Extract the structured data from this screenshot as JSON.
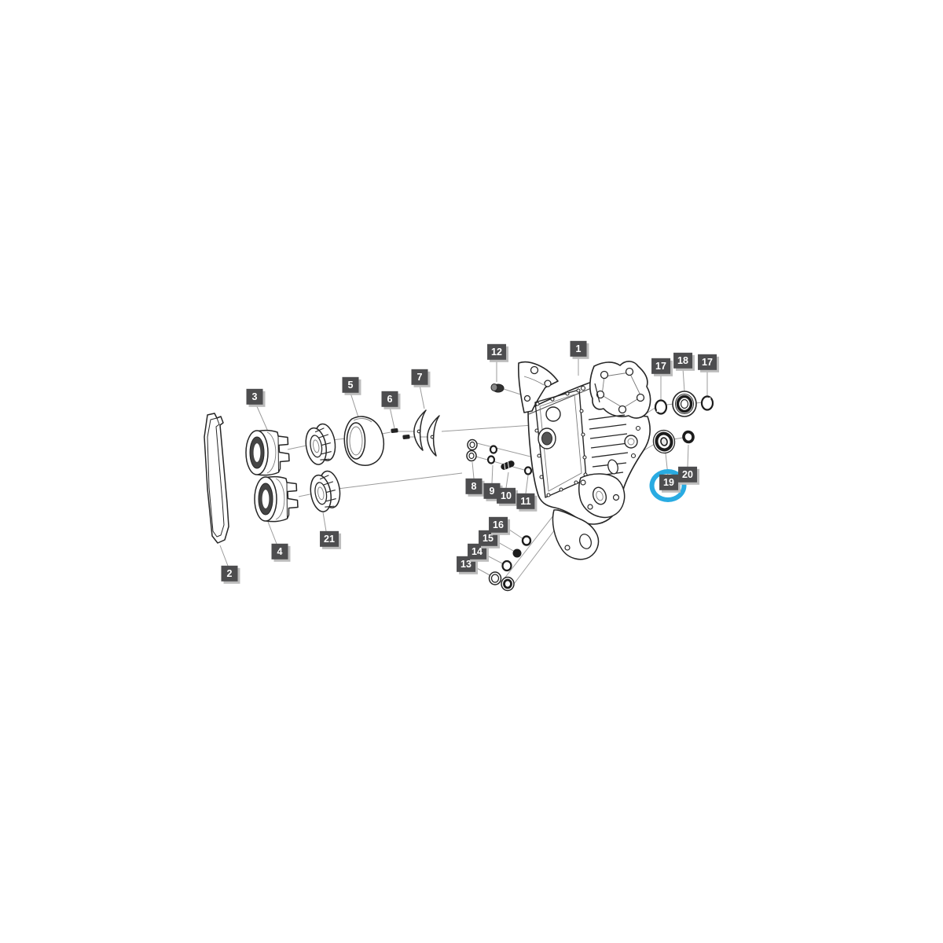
{
  "diagram": {
    "type": "exploded-parts-diagram",
    "description": "Transmission clutch housing exploded view",
    "background_color": "#ffffff",
    "line_color": "#262626",
    "leader_line_color": "#9b9b9b",
    "label_background": "#4d4d4f",
    "label_text_color": "#ffffff",
    "label_shadow_color": "#bcbcbc",
    "highlighted_part": "19",
    "highlight_color": "#29abe2"
  },
  "labels": [
    {
      "text": "1"
    },
    {
      "text": "2"
    },
    {
      "text": "3"
    },
    {
      "text": "4"
    },
    {
      "text": "5"
    },
    {
      "text": "6"
    },
    {
      "text": "7"
    },
    {
      "text": "8"
    },
    {
      "text": "9"
    },
    {
      "text": "10"
    },
    {
      "text": "11"
    },
    {
      "text": "12"
    },
    {
      "text": "13"
    },
    {
      "text": "14"
    },
    {
      "text": "15"
    },
    {
      "text": "16"
    },
    {
      "text": "17"
    },
    {
      "text": "18"
    },
    {
      "text": "17"
    },
    {
      "text": "19"
    },
    {
      "text": "20"
    },
    {
      "text": "21"
    }
  ]
}
